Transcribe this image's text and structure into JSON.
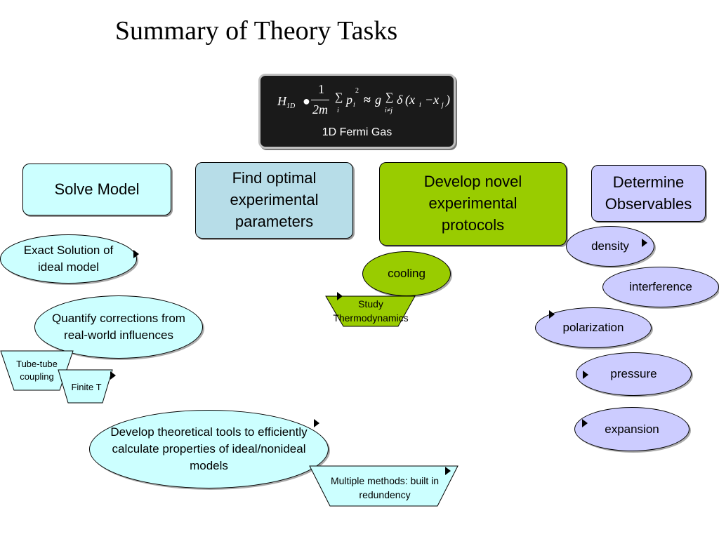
{
  "title": "Summary of Theory Tasks",
  "hamiltonian": {
    "formula_parts": [
      "H",
      "1D",
      "●",
      "1",
      "2m",
      "∑",
      "i",
      "p",
      "i",
      "2",
      "≈",
      "g",
      "∑",
      "i≠j",
      "δ",
      "(x",
      "i",
      "−x",
      "j",
      ")"
    ],
    "label": "1D Fermi Gas"
  },
  "boxes": {
    "solve": "Solve Model",
    "find": "Find optimal experimental parameters",
    "develop": "Develop novel experimental protocols",
    "determine": "Determine Observables"
  },
  "solve_items": {
    "exact": "Exact Solution of ideal model",
    "quantify": "Quantify corrections from real-world influences",
    "tube": "Tube-tube coupling",
    "finite": "Finite T",
    "tools": "Develop theoretical tools to efficiently calculate properties of ideal/nonideal models",
    "multiple": "Multiple methods: built in redundency"
  },
  "protocol_items": {
    "cooling": "cooling",
    "study": "Study Thermodynamics"
  },
  "observables": {
    "density": "density",
    "interference": "interference",
    "polarization": "polarization",
    "pressure": "pressure",
    "expansion": "expansion"
  },
  "colors": {
    "cyan": "#ccffff",
    "light_blue": "#b7dde8",
    "lime": "#99cc00",
    "lavender": "#ccccff",
    "black": "#1a1a1a"
  }
}
